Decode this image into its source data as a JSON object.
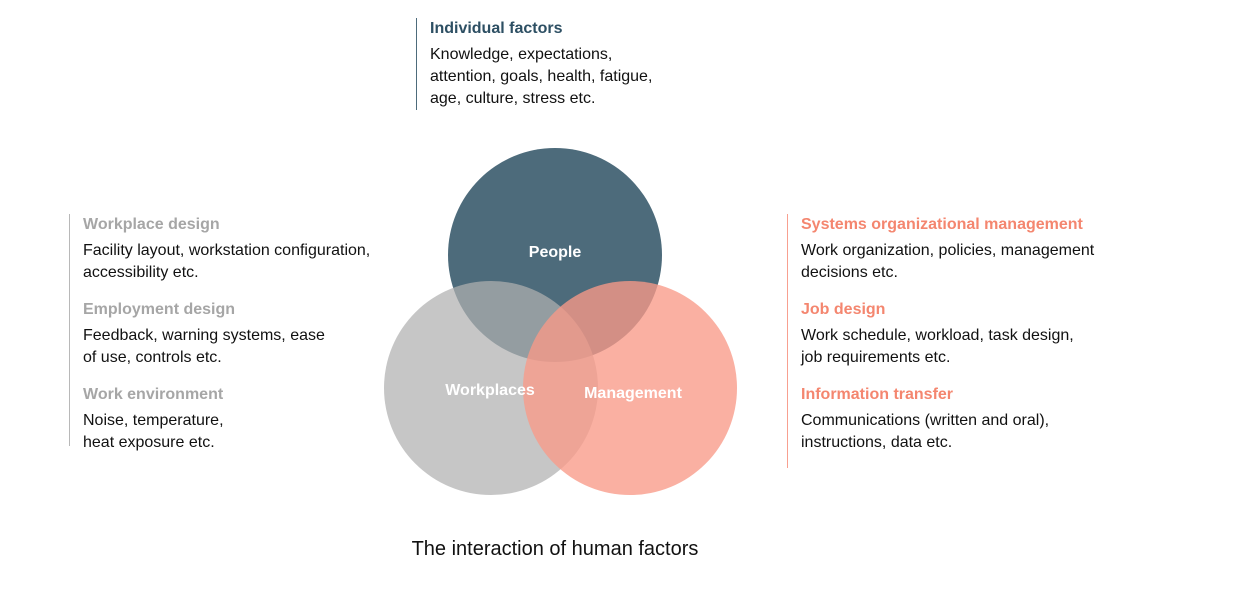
{
  "top": {
    "title": "Individual factors",
    "text": "Knowledge, expectations,\nattention, goals, health, fatigue,\nage, culture, stress etc."
  },
  "left": [
    {
      "title": "Workplace design",
      "text": "Facility layout, workstation configuration,\naccessibility etc."
    },
    {
      "title": "Employment design",
      "text": "Feedback, warning systems, ease\nof use, controls etc."
    },
    {
      "title": "Work environment",
      "text": "Noise, temperature,\nheat exposure etc."
    }
  ],
  "right": [
    {
      "title": "Systems organizational management",
      "text": "Work organization, policies, management\ndecisions etc."
    },
    {
      "title": "Job design",
      "text": "Work schedule, workload, task design,\njob requirements etc."
    },
    {
      "title": "Information transfer",
      "text": "Communications (written and oral),\ninstructions, data etc."
    }
  ],
  "venn": {
    "people": "People",
    "workplaces": "Workplaces",
    "management": "Management",
    "colors": {
      "people": "#4d6b7b",
      "workplaces": "#b0b0b0",
      "management": "#f89a88"
    }
  },
  "caption": "The interaction of human factors"
}
